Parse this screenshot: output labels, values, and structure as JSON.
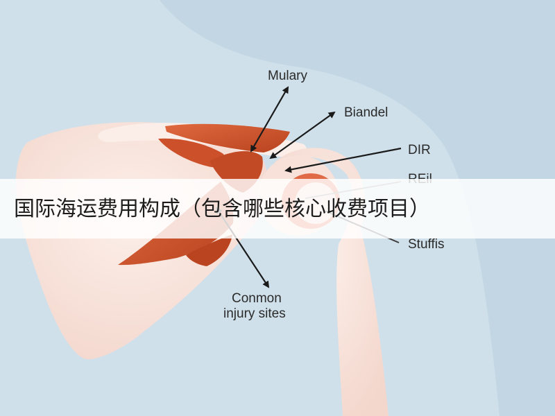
{
  "diagram": {
    "labels": {
      "mulary": "Mulary",
      "biandel": "Biandel",
      "dir": "DIR",
      "reil": "REil",
      "stuffis": "Stuffis",
      "common_line1": "Conmon",
      "common_line2": "injury sites"
    }
  },
  "banner": {
    "title": "国际海运费用构成（包含哪些核心收费项目）"
  },
  "colors": {
    "background": "#c2d7e3",
    "bone": "#f8e3dc",
    "muscle": "#d2562e",
    "arrow": "#1a1a1a"
  }
}
